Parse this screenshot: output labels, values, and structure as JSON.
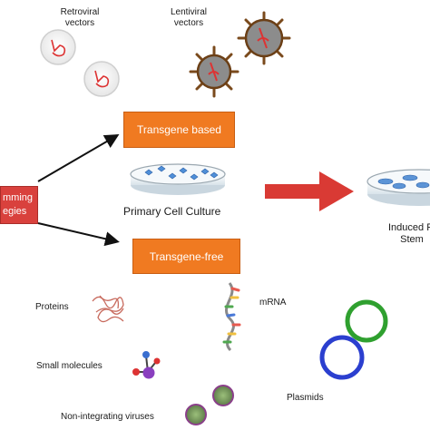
{
  "colors": {
    "orange": "#f07a21",
    "red_box": "#d9413d",
    "arrow_red": "#d93a34",
    "black": "#111111"
  },
  "labels": {
    "retroviral": "Retroviral\nvectors",
    "lentiviral": "Lentiviral\nvectors",
    "reprogramming": "mming\negies",
    "transgene_based": "Transgene based",
    "transgene_free": "Transgene-free",
    "primary_culture": "Primary Cell Culture",
    "induced": "Induced Pl\nStem",
    "proteins": "Proteins",
    "mrna": "mRNA",
    "small_molecules": "Small molecules",
    "plasmids": "Plasmids",
    "non_integrating": "Non-integrating viruses"
  }
}
